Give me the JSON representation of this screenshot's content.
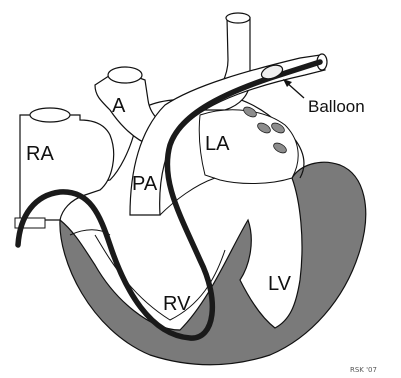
{
  "diagram": {
    "labels": {
      "aorta": "A",
      "right_atrium": "RA",
      "pulmonary_artery": "PA",
      "left_atrium": "LA",
      "right_ventricle": "RV",
      "left_ventricle": "LV",
      "balloon": "Balloon"
    },
    "signature": "RSK '07",
    "colors": {
      "outline": "#111111",
      "myocardium": "#7a7a7a",
      "catheter": "#1a1a1a",
      "balloon": "#eeeeee",
      "veins": "#8c8c8c",
      "background": "#ffffff"
    }
  }
}
